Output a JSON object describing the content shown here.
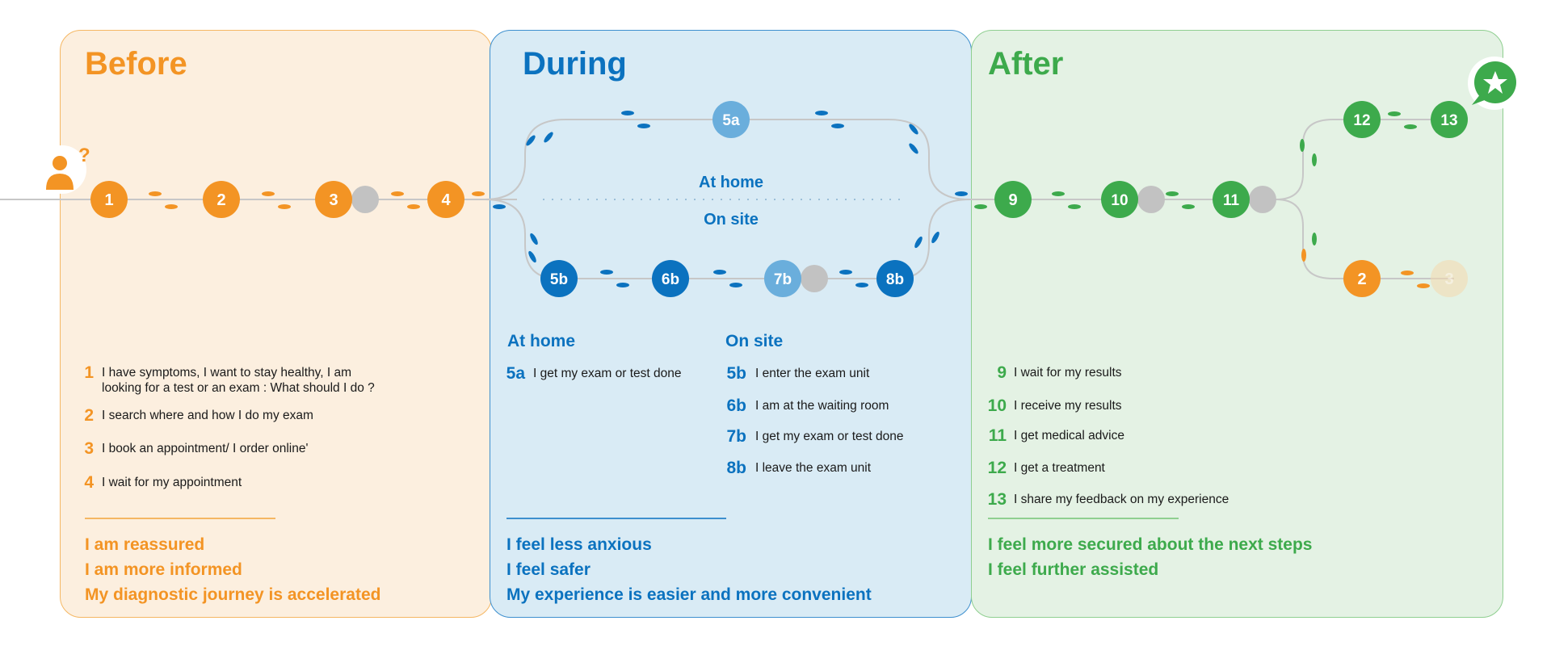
{
  "colors": {
    "orange": "#f39424",
    "blue": "#0b72bf",
    "lightblue": "#6aaedc",
    "green": "#3daa4c",
    "grey": "#c2c2c2"
  },
  "phases": {
    "before": {
      "title": "Before",
      "steps": [
        {
          "num": "1",
          "text": "I have symptoms, I want to stay healthy, I am",
          "text2": "looking for a test or an exam : What should I do ?"
        },
        {
          "num": "2",
          "text": "I search where and how I do my exam"
        },
        {
          "num": "3",
          "text": "I book an appointment/ I order online'"
        },
        {
          "num": "4",
          "text": "I wait for my appointment"
        }
      ],
      "feelings": [
        "I am reassured",
        "I am more informed",
        "My diagnostic journey is accelerated"
      ]
    },
    "during": {
      "title": "During",
      "route_home": "At home",
      "route_site": "On site",
      "home_heading": "At home",
      "site_heading": "On site",
      "home_steps": [
        {
          "num": "5a",
          "text": "I get my exam or test done"
        }
      ],
      "site_steps": [
        {
          "num": "5b",
          "text": "I enter the exam unit"
        },
        {
          "num": "6b",
          "text": "I am at the waiting room"
        },
        {
          "num": "7b",
          "text": "I get my exam or test done"
        },
        {
          "num": "8b",
          "text": "I leave the exam unit"
        }
      ],
      "feelings": [
        "I feel less anxious",
        "I feel safer",
        "My experience is easier and more convenient"
      ]
    },
    "after": {
      "title": "After",
      "steps": [
        {
          "num": "9",
          "text": "I wait for my results"
        },
        {
          "num": "10",
          "text": "I receive my results"
        },
        {
          "num": "11",
          "text": "I get medical advice"
        },
        {
          "num": "12",
          "text": "I get a treatment"
        },
        {
          "num": "13",
          "text": "I share my feedback on my experience"
        }
      ],
      "feelings": [
        "I feel more secured about the next steps",
        "I feel further assisted"
      ]
    }
  },
  "nodes": {
    "n1": "1",
    "n2": "2",
    "n3": "3",
    "n4": "4",
    "n5a": "5a",
    "n5b": "5b",
    "n6b": "6b",
    "n7b": "7b",
    "n8b": "8b",
    "n9": "9",
    "n10": "10",
    "n11": "11",
    "n12": "12",
    "n13": "13",
    "nloop": "2",
    "nfade": "3"
  },
  "icons": {
    "start": "person-question-icon",
    "end": "star-speech-bubble-icon",
    "step_marks": "footprints-icon"
  }
}
